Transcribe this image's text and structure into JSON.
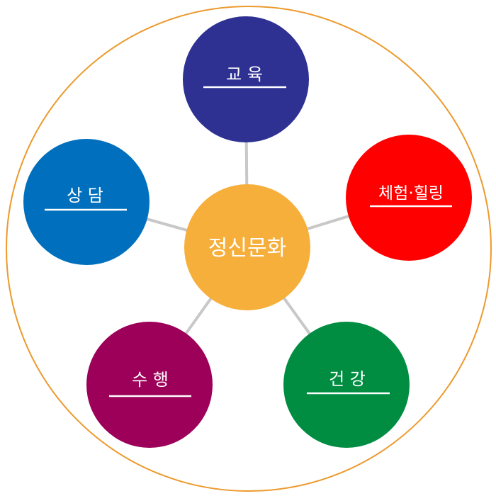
{
  "diagram": {
    "center": {
      "label": "정신문화",
      "color": "#F7AF3C"
    },
    "outer_ring_color": "#EC9A2D",
    "connector_color": "#C8C8C8",
    "nodes": [
      {
        "label": "교 육",
        "color": "#2E3192"
      },
      {
        "label": "체험·힐링",
        "color": "#FF0000"
      },
      {
        "label": "건 강",
        "color": "#008D41"
      },
      {
        "label": "수 행",
        "color": "#9C0059"
      },
      {
        "label": "상 담",
        "color": "#0070BE"
      }
    ]
  }
}
